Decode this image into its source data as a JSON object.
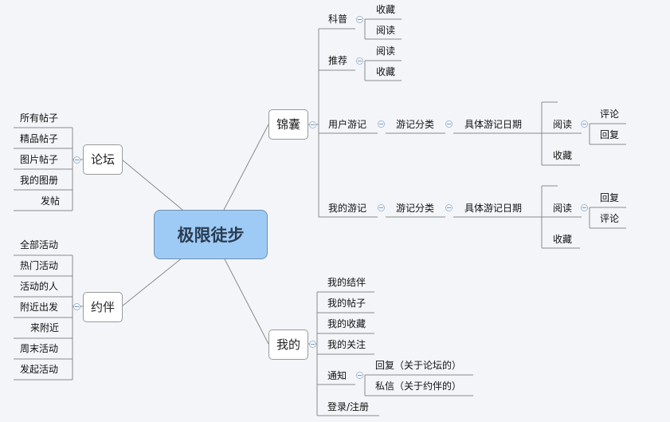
{
  "root": "极限徒步",
  "forum": {
    "label": "论坛",
    "items": [
      "所有帖子",
      "精品帖子",
      "图片帖子",
      "我的图册",
      "发帖"
    ]
  },
  "meetup": {
    "label": "约伴",
    "items": [
      "全部活动",
      "热门活动",
      "活动的人",
      "附近出发",
      "来附近",
      "周末活动",
      "发起活动"
    ]
  },
  "pouch": {
    "label": "锦囊",
    "science": {
      "label": "科普",
      "items": [
        "收藏",
        "阅读"
      ]
    },
    "recommend": {
      "label": "推荐",
      "items": [
        "阅读",
        "收藏"
      ]
    },
    "user_logs": {
      "label": "用户游记",
      "category": "游记分类",
      "date": "具体游记日期",
      "read": "阅读",
      "read_items": [
        "评论",
        "回复"
      ],
      "fav": "收藏"
    },
    "my_logs": {
      "label": "我的游记",
      "category": "游记分类",
      "date": "具体游记日期",
      "read": "阅读",
      "read_items": [
        "回复",
        "评论"
      ],
      "fav": "收藏"
    }
  },
  "mine": {
    "label": "我的",
    "items": [
      "我的结伴",
      "我的帖子",
      "我的收藏",
      "我的关注"
    ],
    "notify": {
      "label": "通知",
      "items": [
        "回复（关于论坛的）",
        "私信（关于约伴的）"
      ]
    },
    "login": "登录/注册"
  }
}
